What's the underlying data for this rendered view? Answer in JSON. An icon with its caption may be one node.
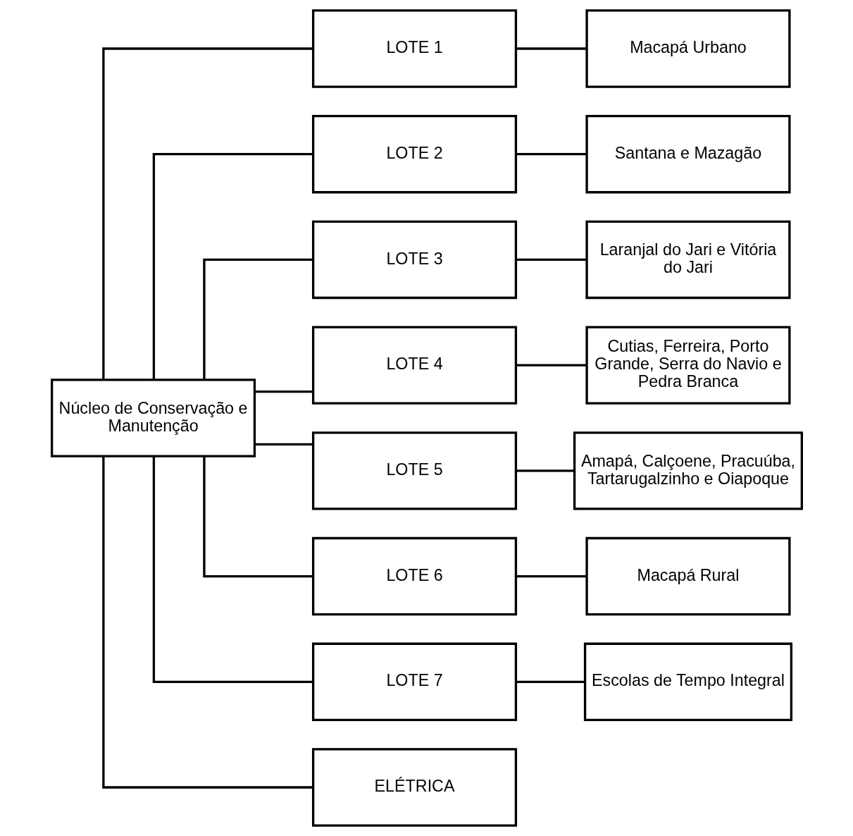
{
  "diagram": {
    "nodes": [
      {
        "text": [
          "Núcleo de Conservação e Manutenção"
        ]
      },
      {
        "text": [
          "LOTE 1"
        ]
      },
      {
        "text": [
          "Macapá Urbano"
        ]
      },
      {
        "text": [
          "LOTE 2"
        ]
      },
      {
        "text": [
          "Santana e Mazagão"
        ]
      },
      {
        "text": [
          "LOTE 3"
        ]
      },
      {
        "text": [
          "Laranjal do Jari e Vitória do Jari"
        ]
      },
      {
        "text": [
          "LOTE 4"
        ]
      },
      {
        "text": [
          "Cutias, Ferreira, Porto Grande, Serra do Navio e Pedra Branca"
        ]
      },
      {
        "text": [
          "LOTE 5"
        ]
      },
      {
        "text": [
          "Amapá, Calçoene, Pracuúba, Tartarugalzinho e Oiapoque"
        ]
      },
      {
        "text": [
          "LOTE 6"
        ]
      },
      {
        "text": [
          "Macapá Rural"
        ]
      },
      {
        "text": [
          "LOTE 7"
        ]
      },
      {
        "text": [
          "Escolas de Tempo Integral"
        ]
      },
      {
        "text": [
          "ELÉTRICA"
        ]
      }
    ],
    "edges": [
      {
        "from": 0,
        "to": 1,
        "arrow": "none"
      },
      {
        "from": 0,
        "to": 3,
        "arrow": "none"
      },
      {
        "from": 0,
        "to": 5,
        "arrow": "none"
      },
      {
        "from": 0,
        "to": 7,
        "arrow": "none"
      },
      {
        "from": 0,
        "to": 9,
        "arrow": "none"
      },
      {
        "from": 0,
        "to": 11,
        "arrow": "none"
      },
      {
        "from": 0,
        "to": 13,
        "arrow": "none"
      },
      {
        "from": 0,
        "to": 15,
        "arrow": "none"
      },
      {
        "from": 1,
        "to": 2,
        "arrow": "none"
      },
      {
        "from": 3,
        "to": 4,
        "arrow": "none"
      },
      {
        "from": 5,
        "to": 6,
        "arrow": "none"
      },
      {
        "from": 7,
        "to": 8,
        "arrow": "none"
      },
      {
        "from": 9,
        "to": 10,
        "arrow": "none"
      },
      {
        "from": 11,
        "to": 12,
        "arrow": "none"
      },
      {
        "from": 13,
        "to": 14,
        "arrow": "none"
      }
    ]
  }
}
